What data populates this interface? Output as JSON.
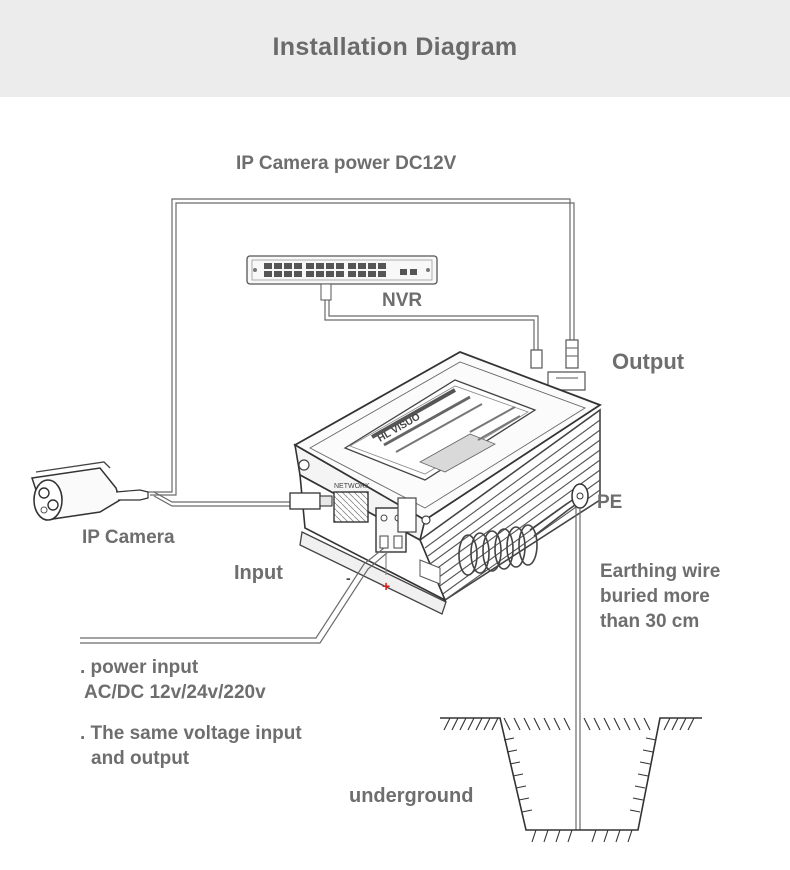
{
  "header": {
    "title": "Installation Diagram"
  },
  "labels": {
    "ipcam_power": "IP Camera power DC12V",
    "nvr": "NVR",
    "output": "Output",
    "pe": "PE",
    "ip_camera": "IP Camera",
    "input": "Input",
    "earth_line1": "Earthing wire",
    "earth_line2": "buried more",
    "earth_line3": "than 30 cm",
    "power_input_1": ". power input",
    "power_input_2": "AC/DC 12v/24v/220v",
    "same_voltage_1": ". The same voltage input",
    "same_voltage_2": "and output",
    "underground": "underground",
    "minus": "-",
    "plus": "+"
  },
  "device": {
    "brand": "HL VISUO",
    "network_label": "NETWORK"
  },
  "colors": {
    "header_bg": "#ececec",
    "label_text": "#6e6e6e",
    "line": "#555555",
    "plus_red": "#d42020"
  }
}
